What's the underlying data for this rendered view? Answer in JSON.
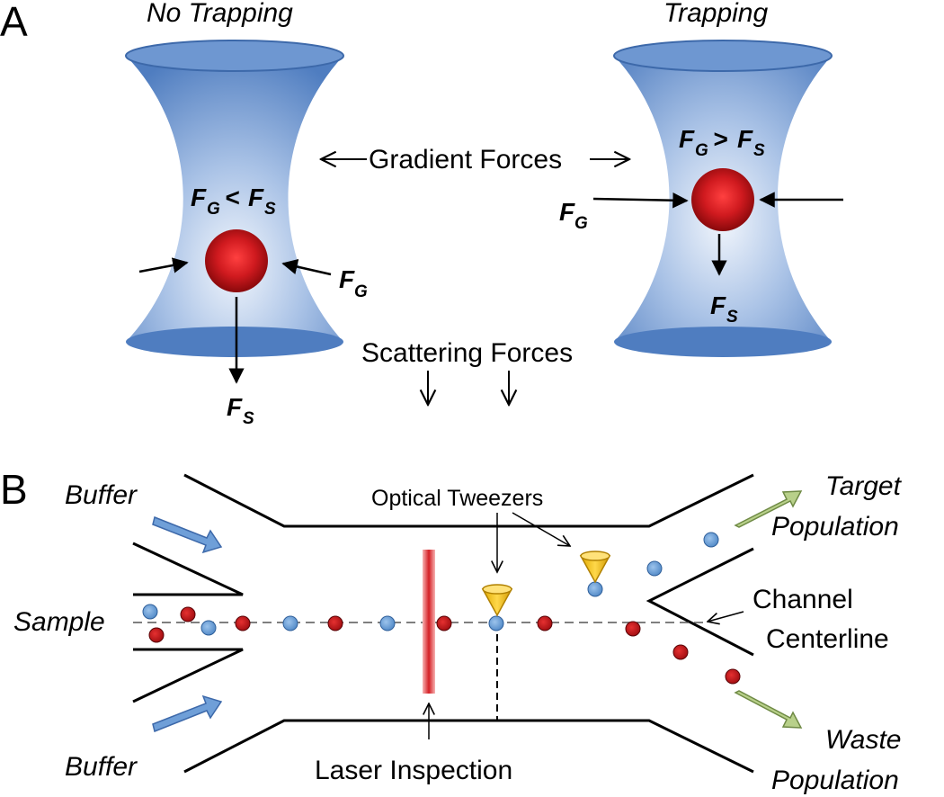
{
  "panel_a": {
    "letter": "A",
    "no_trapping_title": "No Trapping",
    "trapping_title": "Trapping",
    "gradient_forces": "Gradient Forces",
    "scattering_forces": "Scattering Forces",
    "force_symbol": "F",
    "sub_gradient": "G",
    "sub_scattering": "S",
    "less_than": "<",
    "greater_than": ">"
  },
  "panel_b": {
    "letter": "B",
    "buffer_top": "Buffer",
    "buffer_bottom": "Buffer",
    "sample": "Sample",
    "optical_tweezers": "Optical Tweezers",
    "channel_line1": "Channel",
    "channel_line2": "Centerline",
    "target_line1": "Target",
    "target_line2": "Population",
    "waste_line1": "Waste",
    "waste_line2": "Population",
    "laser_inspection": "Laser Inspection"
  },
  "colors": {
    "beam": "#5b86c6",
    "beam_center": "#eef3fb",
    "particle_red": "#c8141a",
    "particle_blue": "#5b9bd5",
    "tweezer": "#f2c100",
    "laser": "#d9252b",
    "arrow_blue": "#6f9fd8",
    "arrow_green": "#b8d08a"
  }
}
